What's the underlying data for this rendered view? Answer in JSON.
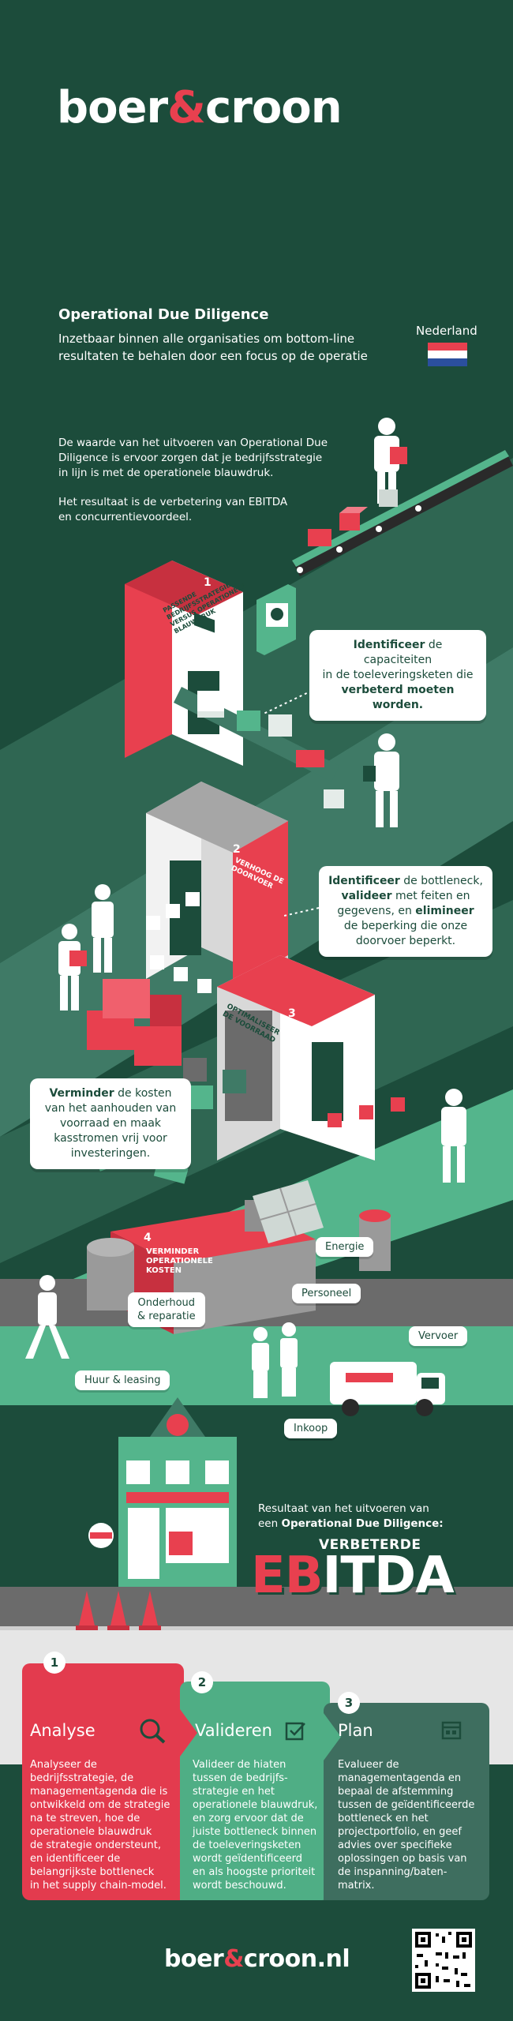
{
  "brand": {
    "word1": "boer",
    "amp": "&",
    "word2": "croon"
  },
  "header": {
    "title": "Operational Due Diligence",
    "subtitle_line1": "Inzetbaar binnen alle organisaties om bottom-line",
    "subtitle_line2": "resultaten te behalen door een focus op de operatie",
    "country": "Nederland"
  },
  "intro": {
    "p1_line1": "De waarde van het uitvoeren van Operational Due",
    "p1_line2": "Diligence is ervoor zorgen dat je bedrijfsstrategie",
    "p1_line3": "in lijn is met de operationele blauwdruk.",
    "p2_line1": "Het resultaat is de verbetering van EBITDA",
    "p2_line2": "en concurrentievoordeel."
  },
  "machines": [
    {
      "number": "1",
      "side_text": "PASSENDE BEDRIJFSSTRATEGIE VERSUS OPERATIONELE BLAUWDRUK"
    },
    {
      "number": "2",
      "side_text": "VERHOOG DE DOORVOER"
    },
    {
      "number": "3",
      "side_text": "OPTIMALISEER DE VOORRAAD"
    },
    {
      "number": "4",
      "side_text": "VERMINDER OPERATIONELE KOSTEN"
    }
  ],
  "bubbles": {
    "b1": {
      "bold1": "Identificeer",
      "t1": " de capaciteiten",
      "t2": "in de toeleveringsketen die",
      "bold2": "verbeterd moeten worden."
    },
    "b2": {
      "bold1": "Identificeer",
      "t1": " de bottleneck,",
      "bold2": "valideer",
      "t2": " met feiten en",
      "t3": "gegevens, en ",
      "bold3": "elimineer",
      "t4": "de beperking die onze",
      "t5": "doorvoer beperkt."
    },
    "b3": {
      "bold1": "Verminder",
      "t1": " de kosten",
      "t2": "van het aanhouden van",
      "t3": "voorraad en maak",
      "t4": "kasstromen vrij voor",
      "t5": "investeringen."
    }
  },
  "cost_labels": {
    "energie": "Energie",
    "onderhoud_line1": "Onderhoud",
    "onderhoud_line2": "& reparatie",
    "personeel": "Personeel",
    "vervoer": "Vervoer",
    "huur": "Huur & leasing",
    "inkoop": "Inkoop"
  },
  "result": {
    "line1": "Resultaat van het uitvoeren van",
    "line2_pre": "een ",
    "line2_bold": "Operational Due Diligence:",
    "verbeterde": "VERBETERDE",
    "eb": "EB",
    "itda": "ITDA"
  },
  "steps": [
    {
      "number": "1",
      "title": "Analyse",
      "icon": "magnifier-pulse-icon",
      "body": [
        "Analyseer de",
        "bedrijfsstrategie, de",
        "managementagenda die is",
        "ontwikkeld om de strategie",
        "na te streven, hoe de",
        "operationele blauwdruk",
        "de strategie ondersteunt,",
        "en identificeer de",
        "belangrijkste bottleneck",
        "in het supply chain-model."
      ]
    },
    {
      "number": "2",
      "title": "Valideren",
      "icon": "checkbox-icon",
      "body": [
        "Valideer de hiaten",
        "tussen de bedrijfs-",
        "strategie en het",
        "operationele blauwdruk,",
        "en zorg ervoor dat de",
        "juiste bottleneck binnen",
        "de toeleveringsketen",
        "wordt geïdentificeerd",
        "en als hoogste prioriteit",
        "wordt beschouwd."
      ]
    },
    {
      "number": "3",
      "title": "Plan",
      "icon": "calendar-icon",
      "body": [
        "Evalueer de",
        "managementagenda en",
        "bepaal de afstemming",
        "tussen de geïdentificeerde",
        "bottleneck en het",
        "projectportfolio, en geef",
        "advies over specifieke",
        "oplossingen op basis van",
        "de inspanning/baten-",
        "matrix."
      ]
    }
  ],
  "footer": {
    "word1": "boer",
    "amp": "&",
    "word2": "croon",
    "tld": ".nl"
  },
  "colors": {
    "dark_green": "#1c4c3b",
    "mid_green": "#3f7a66",
    "mint": "#54b58c",
    "red": "#e8404f",
    "card_red": "#e33b4e",
    "card_mint": "#4fae85",
    "card_dark": "#3e6e5f"
  }
}
